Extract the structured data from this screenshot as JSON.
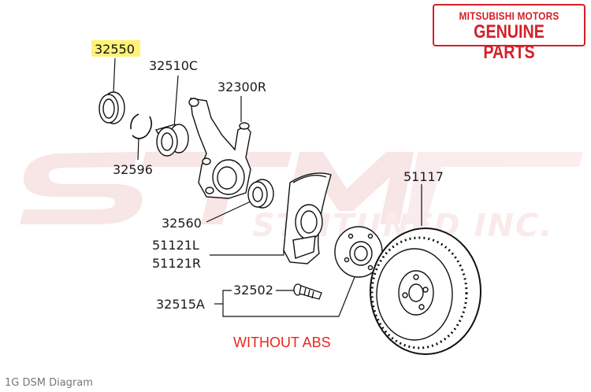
{
  "badge": {
    "brand": "MITSUBISHI MOTORS",
    "title": "GENUINE PARTS",
    "color": "#d42027"
  },
  "watermark": {
    "text": "STMTUNED INC.",
    "color": "#f0c8c8"
  },
  "parts": {
    "seal": "32550",
    "bearing": "32510C",
    "knuckle": "32300R",
    "snap_ring": "32596",
    "inner_seal": "32560",
    "rotor": "51117",
    "shield_left": "51121L",
    "shield_right": "51121R",
    "bolt": "32502",
    "hub_assy": "32515A"
  },
  "highlight_color": "#fff27a",
  "note": "WITHOUT ABS",
  "note_color": "#e8261f",
  "caption": "1G DSM Diagram"
}
